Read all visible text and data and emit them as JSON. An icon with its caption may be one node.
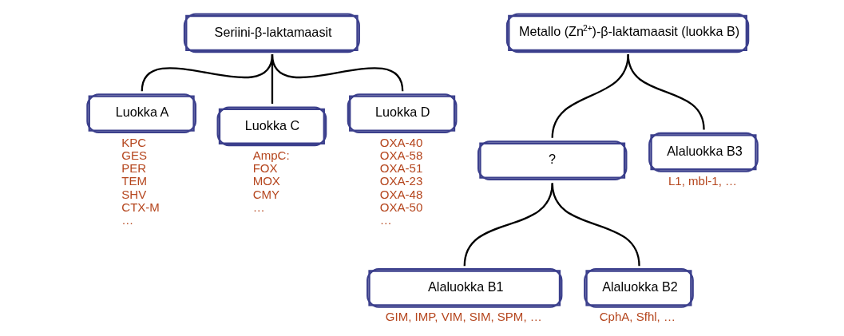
{
  "diagram": {
    "nodes": [
      {
        "text": [
          "Seriini-β-laktamaasit"
        ]
      },
      {
        "text": [
          "Luokka A"
        ],
        "beside": [
          "KPC",
          "GES",
          "PER",
          "TEM",
          "SHV",
          "CTX-M",
          "…"
        ]
      },
      {
        "text": [
          "Luokka C"
        ],
        "beside": [
          "AmpC:",
          "FOX",
          "MOX",
          "CMY",
          "…"
        ]
      },
      {
        "text": [
          "Luokka D"
        ],
        "beside": [
          "OXA-40",
          "OXA-58",
          "OXA-51",
          "OXA-23",
          "OXA-48",
          "OXA-50",
          "…"
        ]
      },
      {
        "text": [
          "Metallo (Zn$^{2+}$)-β-laktamaasit (luokka B)"
        ]
      },
      {
        "text": [
          "?"
        ]
      },
      {
        "text": [
          "Alaluokka B3"
        ],
        "beside": [
          "L1, mbl-1, …"
        ]
      },
      {
        "text": [
          "Alaluokka B1"
        ],
        "beside": [
          "GIM, IMP, VIM, SIM, SPM, …"
        ]
      },
      {
        "text": [
          "Alaluokka B2"
        ],
        "beside": [
          "CphA, Sfhl, …"
        ]
      }
    ],
    "edges": [
      {
        "from": 0,
        "to": 1,
        "arrow": "none"
      },
      {
        "from": 0,
        "to": 2,
        "arrow": "none"
      },
      {
        "from": 0,
        "to": 3,
        "arrow": "none"
      },
      {
        "from": 4,
        "to": 5,
        "arrow": "none"
      },
      {
        "from": 4,
        "to": 6,
        "arrow": "none"
      },
      {
        "from": 5,
        "to": 7,
        "arrow": "none"
      },
      {
        "from": 5,
        "to": 8,
        "arrow": "none"
      }
    ]
  }
}
